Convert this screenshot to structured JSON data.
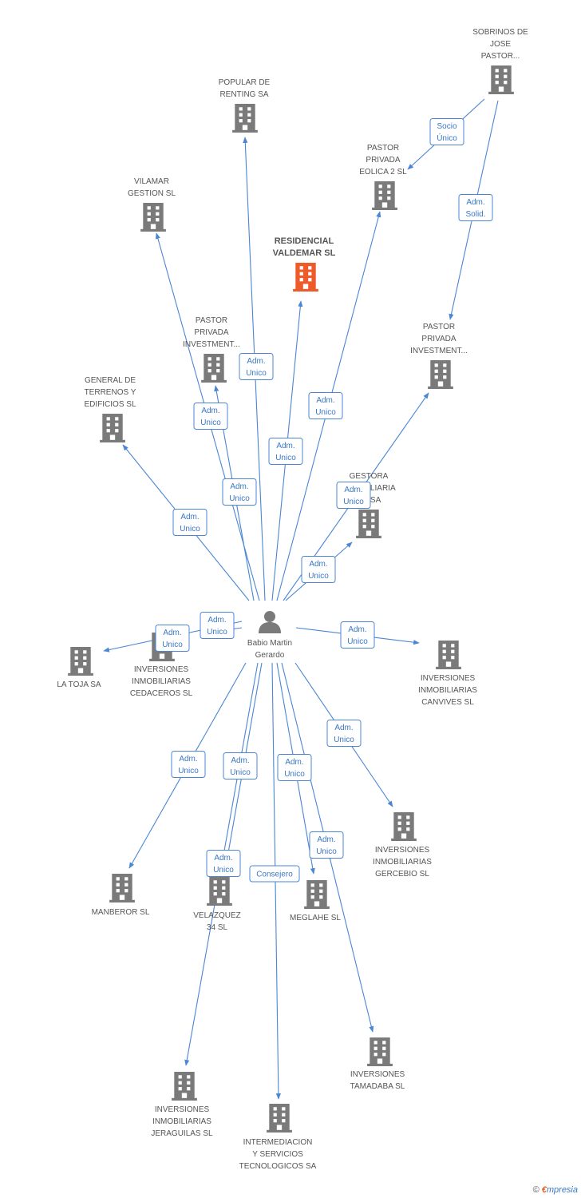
{
  "colors": {
    "edge": "#4a86d4",
    "node": "#7a7a7a",
    "focus": "#ee5b2a",
    "label": "#555555"
  },
  "center": {
    "id": "babio",
    "lines": [
      "Babio Martin",
      "Gerardo"
    ],
    "icon": "person-icon"
  },
  "nodes": [
    {
      "id": "sobrinos",
      "lines": [
        "SOBRINOS DE",
        "JOSE",
        "PASTOR..."
      ],
      "icon": "building-icon"
    },
    {
      "id": "popular",
      "lines": [
        "POPULAR DE",
        "RENTING SA"
      ],
      "icon": "building-icon"
    },
    {
      "id": "pastor_eolica",
      "lines": [
        "PASTOR",
        "PRIVADA",
        "EOLICA 2 SL"
      ],
      "icon": "building-icon"
    },
    {
      "id": "vilamar",
      "lines": [
        "VILAMAR",
        "GESTION SL"
      ],
      "icon": "building-icon"
    },
    {
      "id": "residencial",
      "lines": [
        "RESIDENCIAL",
        "VALDEMAR SL"
      ],
      "icon": "building-icon",
      "focus": true
    },
    {
      "id": "pastor_inv1",
      "lines": [
        "PASTOR",
        "PRIVADA",
        "INVESTMENT..."
      ],
      "icon": "building-icon"
    },
    {
      "id": "pastor_inv2",
      "lines": [
        "PASTOR",
        "PRIVADA",
        "INVESTMENT..."
      ],
      "icon": "building-icon"
    },
    {
      "id": "general",
      "lines": [
        "GENERAL DE",
        "TERRENOS Y",
        "EDIFICIOS SL"
      ],
      "icon": "building-icon"
    },
    {
      "id": "gestora",
      "lines": [
        "GESTORA",
        "INMOBILIARIA",
        "...A SA"
      ],
      "icon": "building-icon"
    },
    {
      "id": "latoja",
      "lines": [
        "LA TOJA SA"
      ],
      "icon": "building-icon"
    },
    {
      "id": "cedaceros",
      "lines": [
        "INVERSIONES",
        "INMOBILIARIAS",
        "CEDACEROS SL"
      ],
      "icon": "building-icon"
    },
    {
      "id": "canvives",
      "lines": [
        "INVERSIONES",
        "INMOBILIARIAS",
        "CANVIVES SL"
      ],
      "icon": "building-icon"
    },
    {
      "id": "gercebio",
      "lines": [
        "INVERSIONES",
        "INMOBILIARIAS",
        "GERCEBIO SL"
      ],
      "icon": "building-icon"
    },
    {
      "id": "manberor",
      "lines": [
        "MANBEROR SL"
      ],
      "icon": "building-icon"
    },
    {
      "id": "velazquez",
      "lines": [
        "VELAZQUEZ",
        "34 SL"
      ],
      "icon": "building-icon"
    },
    {
      "id": "meglahe",
      "lines": [
        "MEGLAHE SL"
      ],
      "icon": "building-icon"
    },
    {
      "id": "tamadaba",
      "lines": [
        "INVERSIONES",
        "TAMADABA SL"
      ],
      "icon": "building-icon"
    },
    {
      "id": "jeraguilas",
      "lines": [
        "INVERSIONES",
        "INMOBILIARIAS",
        "JERAGUILAS SL"
      ],
      "icon": "building-icon"
    },
    {
      "id": "intermediacion",
      "lines": [
        "INTERMEDIACION",
        "Y SERVICIOS",
        "TECNOLOGICOS SA"
      ],
      "icon": "building-icon"
    }
  ],
  "edges": [
    {
      "from": "sobrinos",
      "to": "pastor_eolica",
      "lines": [
        "Socio",
        "Único"
      ]
    },
    {
      "from": "sobrinos",
      "to": "pastor_inv2",
      "lines": [
        "Adm.",
        "Solid."
      ]
    },
    {
      "from": "babio",
      "to": "popular",
      "lines": [
        "Adm.",
        "Unico"
      ]
    },
    {
      "from": "babio",
      "to": "vilamar",
      "lines": [
        "Adm.",
        "Unico"
      ]
    },
    {
      "from": "babio",
      "to": "residencial",
      "lines": [
        "Adm.",
        "Unico"
      ]
    },
    {
      "from": "babio",
      "to": "pastor_eolica",
      "lines": [
        "Adm.",
        "Unico"
      ]
    },
    {
      "from": "babio",
      "to": "pastor_inv1",
      "lines": [
        "Adm.",
        "Unico"
      ]
    },
    {
      "from": "babio",
      "to": "general",
      "lines": [
        "Adm.",
        "Unico"
      ]
    },
    {
      "from": "babio",
      "to": "pastor_inv2",
      "lines": [
        "Adm.",
        "Unico"
      ]
    },
    {
      "from": "babio",
      "to": "gestora",
      "lines": [
        "Adm.",
        "Unico"
      ]
    },
    {
      "from": "babio",
      "to": "latoja",
      "lines": [
        "Adm.",
        "Unico"
      ]
    },
    {
      "from": "babio",
      "to": "cedaceros",
      "lines": [
        "Adm.",
        "Unico"
      ]
    },
    {
      "from": "babio",
      "to": "canvives",
      "lines": [
        "Adm.",
        "Unico"
      ]
    },
    {
      "from": "babio",
      "to": "gercebio",
      "lines": [
        "Adm.",
        "Unico"
      ]
    },
    {
      "from": "babio",
      "to": "manberor",
      "lines": [
        "Adm.",
        "Unico"
      ]
    },
    {
      "from": "babio",
      "to": "velazquez",
      "lines": [
        "Adm.",
        "Unico"
      ]
    },
    {
      "from": "babio",
      "to": "meglahe",
      "lines": [
        "Adm.",
        "Unico"
      ]
    },
    {
      "from": "babio",
      "to": "tamadaba",
      "lines": [
        "Adm.",
        "Unico"
      ]
    },
    {
      "from": "babio",
      "to": "jeraguilas",
      "lines": [
        "Adm.",
        "Unico"
      ]
    },
    {
      "from": "babio",
      "to": "intermediacion",
      "lines": [
        "Consejero"
      ]
    }
  ],
  "footer": {
    "copyright": "©",
    "brand_e": "€",
    "brand_rest": "mpresia"
  }
}
